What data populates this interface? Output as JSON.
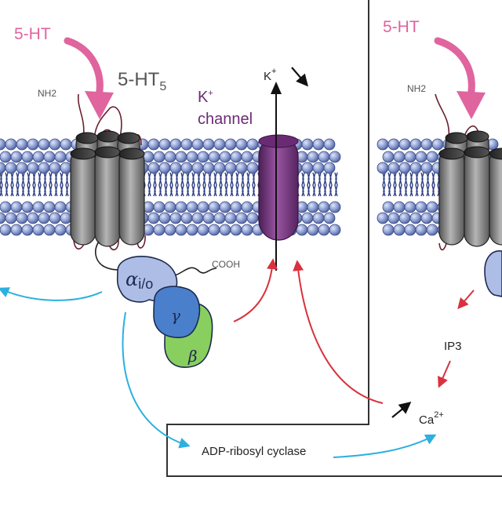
{
  "labels": {
    "ligand_left": "5-HT",
    "ligand_right": "5-HT",
    "receptor_base": "5-HT",
    "receptor_sub": "5",
    "nh2_left": "NH2",
    "nh2_right": "NH2",
    "cooh": "COOH",
    "k_channel_k": "K",
    "k_channel_k_sup": "+",
    "k_channel_word": "channel",
    "k_ion": "K",
    "k_ion_sup": "+",
    "alpha_symbol": "α",
    "alpha_sub": "i/o",
    "gamma": "γ",
    "beta": "β",
    "ip3": "IP3",
    "ca": "Ca",
    "ca_sup": "2+",
    "enzyme": "ADP-ribosyl cyclase"
  },
  "colors": {
    "ligand": "#e0649e",
    "membrane_head": "#7f93cb",
    "receptor": "#8a8a8a",
    "k_channel": "#7c3a86",
    "alpha_subunit": "#aebde6",
    "gamma_subunit": "#4a7fcb",
    "beta_subunit": "#88cf60",
    "blue_arrow": "#2bb0e0",
    "red_arrow": "#d9313d"
  }
}
